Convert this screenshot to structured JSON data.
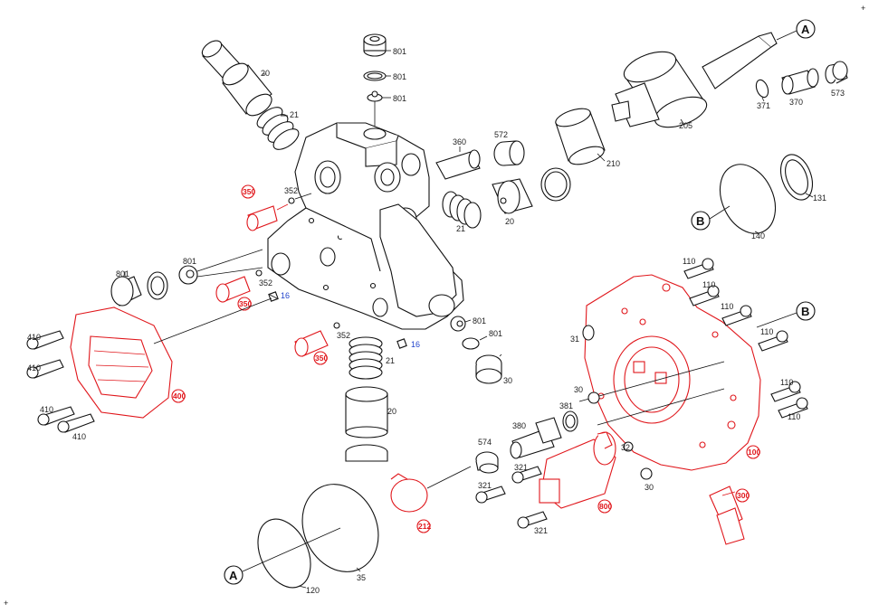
{
  "colors": {
    "standard_part": "#111111",
    "highlighted_part": "#e0161b",
    "seal_kit_label": "#2244cc",
    "background": "#ffffff"
  },
  "corner_marks": [
    "+",
    "+"
  ],
  "references": {
    "a_top": "A",
    "a_bottom": "A",
    "b_left": "B",
    "b_right": "B"
  },
  "callouts": {
    "p20_top": "20",
    "p21_top": "21",
    "p801_a": "801",
    "p801_b": "801",
    "p801_c": "801",
    "p360": "360",
    "p572": "572",
    "p210": "210",
    "p205": "205",
    "p371": "371",
    "p370": "370",
    "p573": "573",
    "p131": "131",
    "p140": "140",
    "p352_a": "352",
    "p21_mid": "21",
    "p20_mid": "20",
    "p801_left": "801",
    "p801_left2": "801",
    "p352_b": "352",
    "p16_a": "16",
    "p352_c": "352",
    "p16_b": "16",
    "p801_d": "801",
    "p801_e": "801",
    "p30_a": "30",
    "p21_low": "21",
    "p20_low": "20",
    "p410_a": "410",
    "p410_b": "410",
    "p410_c": "410",
    "p410_d": "410",
    "p110_a": "110",
    "p110_b": "110",
    "p110_c": "110",
    "p110_d": "110",
    "p110_e": "110",
    "p110_f": "110",
    "p31": "31",
    "p30_b": "30",
    "p381": "381",
    "p380": "380",
    "p574": "574",
    "p321_a": "321",
    "p321_b": "321",
    "p321_c": "321",
    "p32": "32",
    "p30_c": "30",
    "p120": "120",
    "p35": "35"
  },
  "red_callouts": {
    "r350_a": "350",
    "r350_b": "350",
    "r350_c": "350",
    "r400": "400",
    "r100": "100",
    "r300": "300",
    "r800": "800",
    "r212": "212"
  }
}
